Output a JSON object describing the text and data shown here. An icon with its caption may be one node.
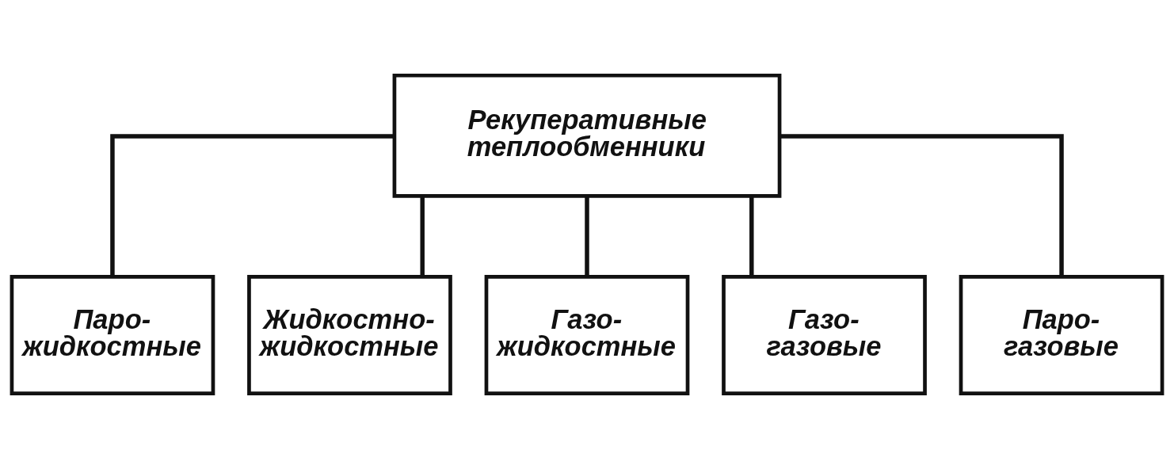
{
  "diagram": {
    "nodes": [
      {
        "text": [
          "Рекуперативные теплообменники"
        ]
      },
      {
        "text": [
          "Паро- жидкостные"
        ]
      },
      {
        "text": [
          "Жидкостно- жидкостные"
        ]
      },
      {
        "text": [
          "Газо- жидкостные"
        ]
      },
      {
        "text": [
          "Газо- газовые"
        ]
      },
      {
        "text": [
          "Паро- газовые"
        ]
      }
    ],
    "edges": [
      {
        "from": 0,
        "to": 1,
        "arrow": "none"
      },
      {
        "from": 0,
        "to": 2,
        "arrow": "none"
      },
      {
        "from": 0,
        "to": 3,
        "arrow": "none"
      },
      {
        "from": 0,
        "to": 4,
        "arrow": "none"
      },
      {
        "from": 0,
        "to": 5,
        "arrow": "none"
      }
    ]
  }
}
